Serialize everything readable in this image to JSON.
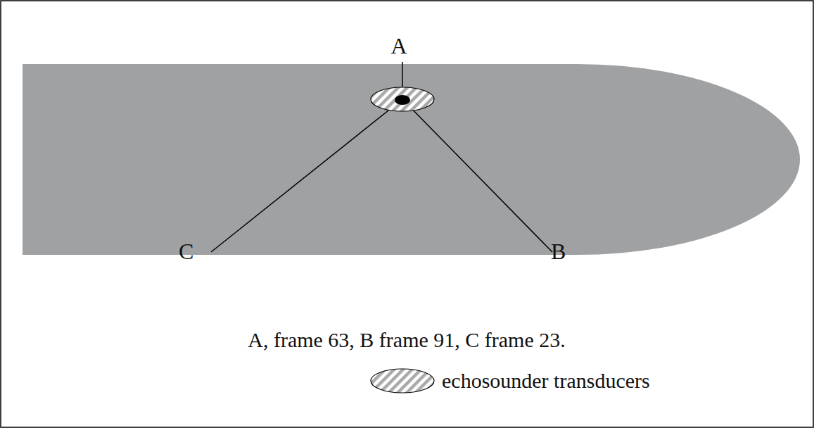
{
  "diagram": {
    "labels": [
      "A",
      "B",
      "C",
      "A, frame 63, B frame 91, C frame 23."
    ],
    "legend": [
      {
        "text": "echosounder transducers"
      }
    ]
  }
}
